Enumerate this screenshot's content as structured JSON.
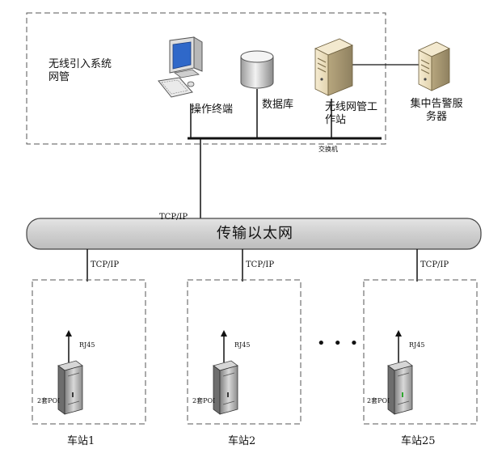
{
  "nms": {
    "title": "无线引入系统网管",
    "operator_terminal": "操作终端",
    "database": "数据库",
    "nms_workstation": "无线网管工作站",
    "switch": "交换机",
    "central_alarm_server": "集中告警服务器"
  },
  "backbone": {
    "label": "传输以太网",
    "link_label": "TCP/IP"
  },
  "stations": [
    {
      "name": "车站1",
      "uplink": "TCP/IP",
      "port": "RJ45",
      "device": "2套POI"
    },
    {
      "name": "车站2",
      "uplink": "TCP/IP",
      "port": "RJ45",
      "device": "2套POI"
    },
    {
      "name": "车站25",
      "uplink": "TCP/IP",
      "port": "RJ45",
      "device": "2套POI"
    }
  ],
  "ellipsis": "• • •"
}
